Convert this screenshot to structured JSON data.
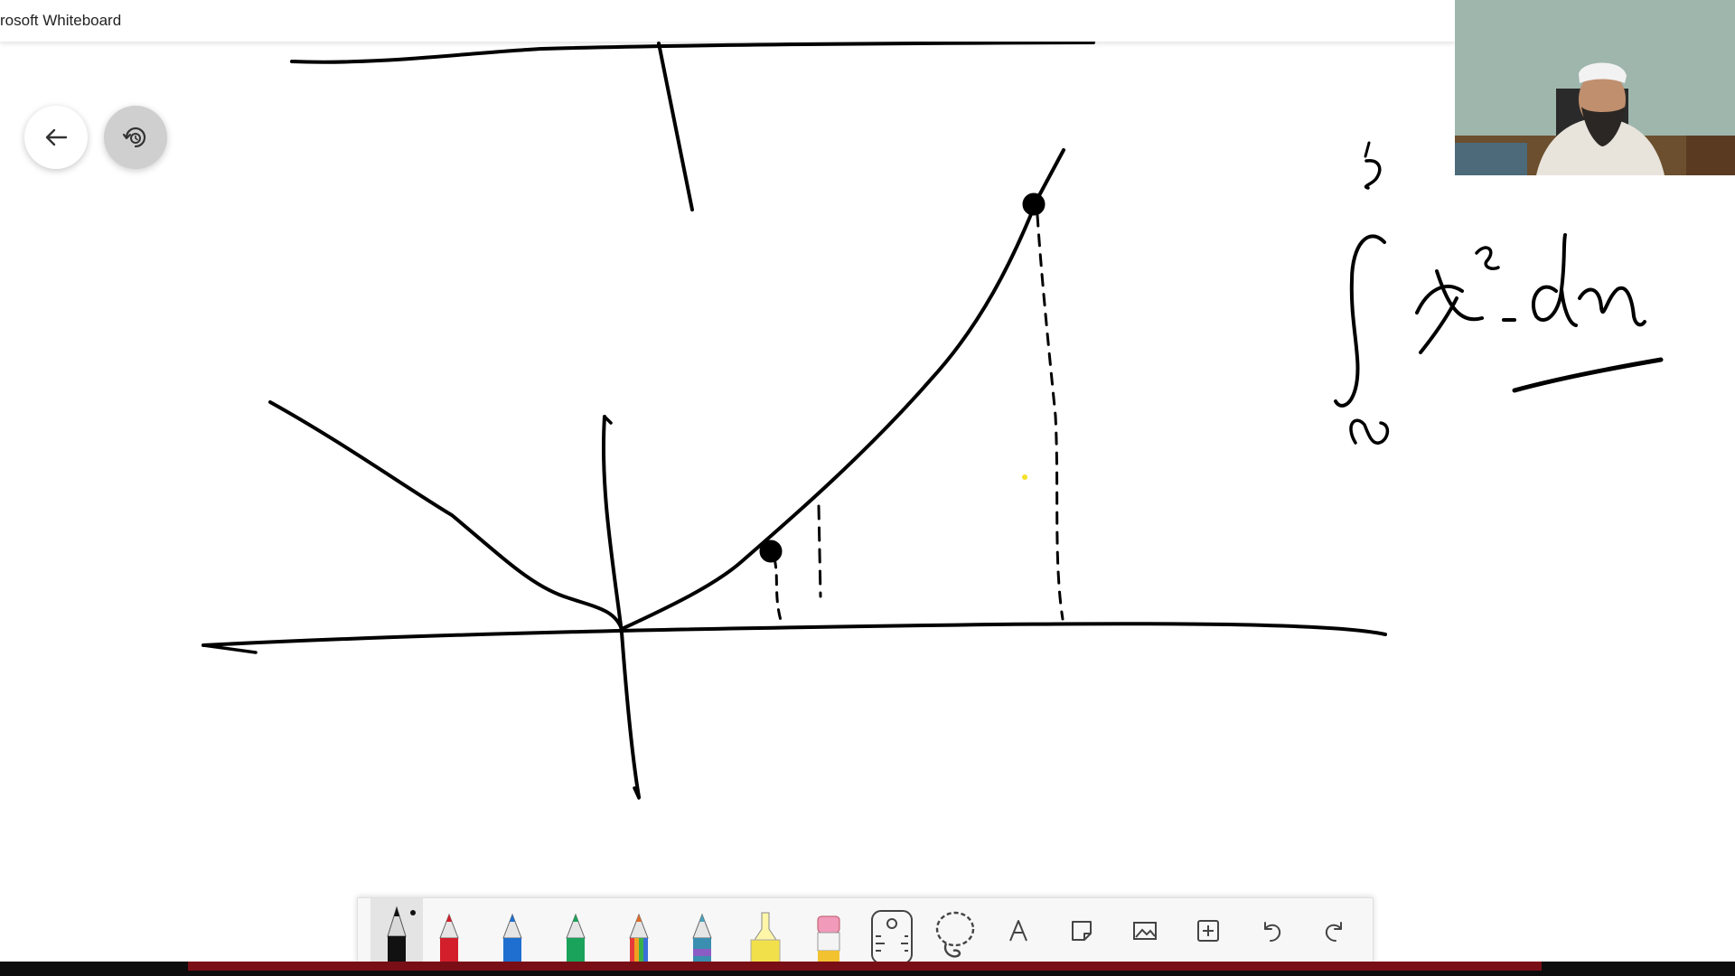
{
  "window": {
    "title": "rosoft Whiteboard"
  },
  "navigation": {
    "back_icon": "arrow-left-icon",
    "replay_icon": "replay-icon"
  },
  "toolbar": {
    "tools": [
      {
        "name": "black-pen",
        "icon": "pen-icon",
        "color": "#111111",
        "selected": true
      },
      {
        "name": "red-pen",
        "icon": "pen-icon",
        "color": "#d21f2b"
      },
      {
        "name": "blue-pen",
        "icon": "pen-icon",
        "color": "#1f6fd0"
      },
      {
        "name": "green-pen",
        "icon": "pen-icon",
        "color": "#1aa35a"
      },
      {
        "name": "rainbow-pen",
        "icon": "pen-icon",
        "color": "#e06a2a"
      },
      {
        "name": "galaxy-pen",
        "icon": "pen-icon",
        "color": "#4aa0b8"
      },
      {
        "name": "highlighter",
        "icon": "highlighter-icon",
        "color": "#f2e04a"
      },
      {
        "name": "eraser",
        "icon": "eraser-icon",
        "color": "#f19ab9"
      },
      {
        "name": "ruler",
        "icon": "ruler-icon"
      },
      {
        "name": "lasso",
        "icon": "lasso-icon"
      },
      {
        "name": "text",
        "icon": "text-icon"
      },
      {
        "name": "sticky-note",
        "icon": "note-icon"
      },
      {
        "name": "image",
        "icon": "image-icon"
      },
      {
        "name": "insert",
        "icon": "add-icon"
      },
      {
        "name": "undo",
        "icon": "undo-icon"
      },
      {
        "name": "redo",
        "icon": "redo-icon"
      }
    ]
  },
  "colors": {
    "ink": "#000000",
    "toolbar_bg": "#f7f7f7",
    "accent_bottom": "#7a0e16"
  }
}
